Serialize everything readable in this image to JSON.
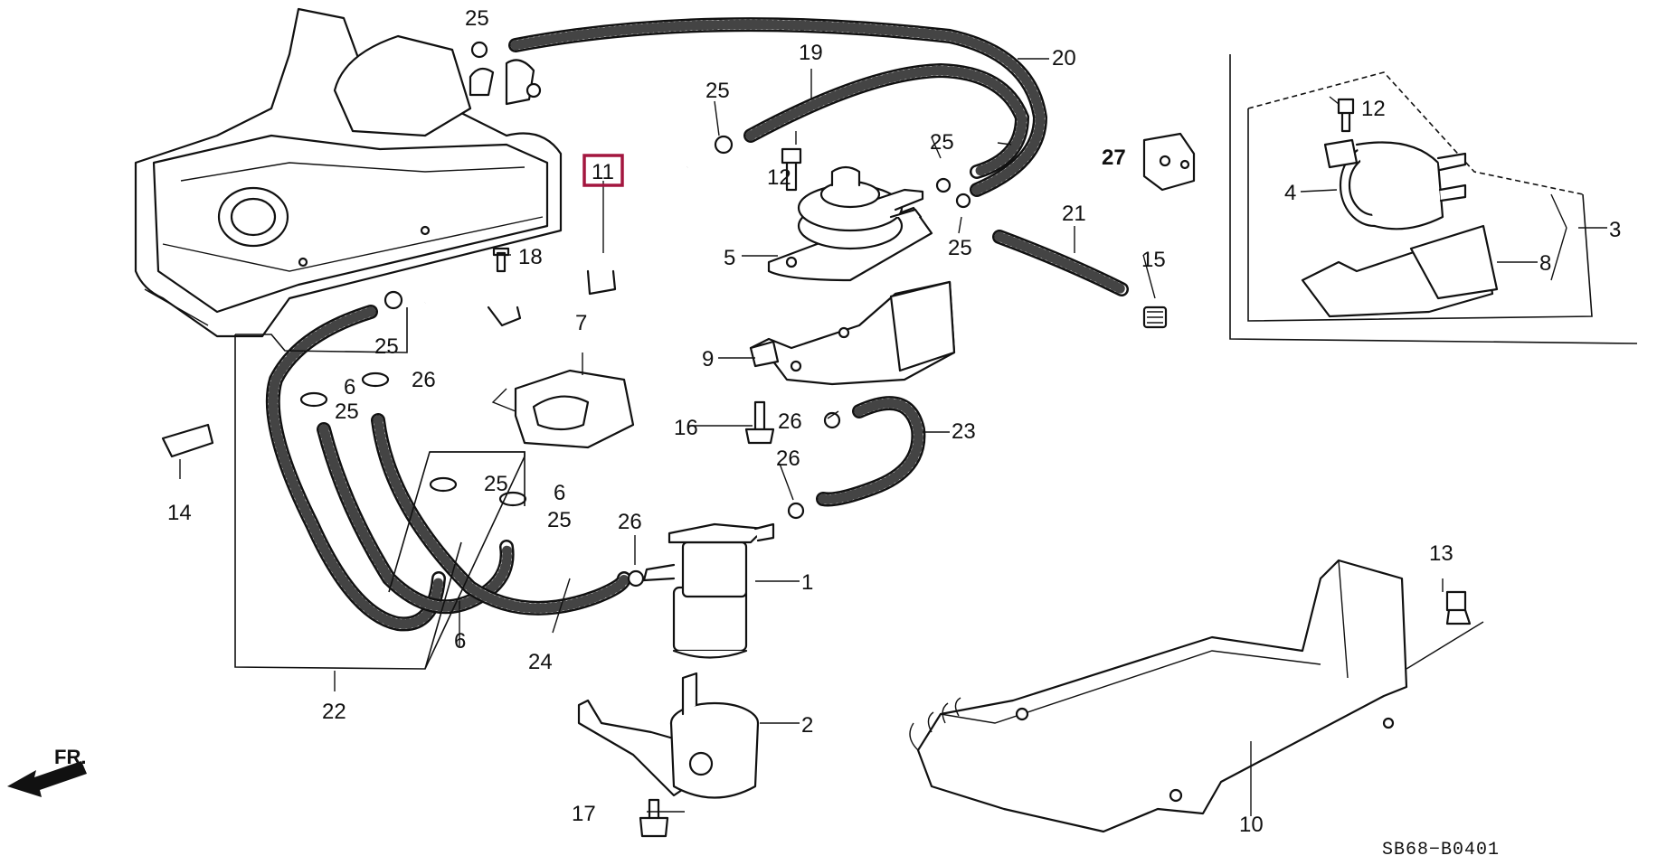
{
  "highlight_color": "#a3163f",
  "diagram_code": "SB68−B0401",
  "direction_label": "FR.",
  "callouts": {
    "c1": "1",
    "c2": "2",
    "c3": "3",
    "c4": "4",
    "c5": "5",
    "c6a": "6",
    "c6b": "6",
    "c6c": "6",
    "c7": "7",
    "c8": "8",
    "c9": "9",
    "c10": "10",
    "c11": "11",
    "c12a": "12",
    "c12b": "12",
    "c13": "13",
    "c14": "14",
    "c15": "15",
    "c16": "16",
    "c17": "17",
    "c18": "18",
    "c19": "19",
    "c20": "20",
    "c21": "21",
    "c22": "22",
    "c23": "23",
    "c24": "24",
    "c25a": "25",
    "c25b": "25",
    "c25c": "25",
    "c25d": "25",
    "c25e": "25",
    "c25f": "25",
    "c25g": "25",
    "c25h": "25",
    "c26a": "26",
    "c26b": "26",
    "c26c": "26",
    "c26d": "26",
    "c27": "27"
  },
  "icons": [
    "fuel-tank-icon",
    "fuel-filter-icon",
    "fuel-pump-icon",
    "hose-icon",
    "bolt-icon",
    "clip-icon",
    "direction-arrow-icon"
  ]
}
